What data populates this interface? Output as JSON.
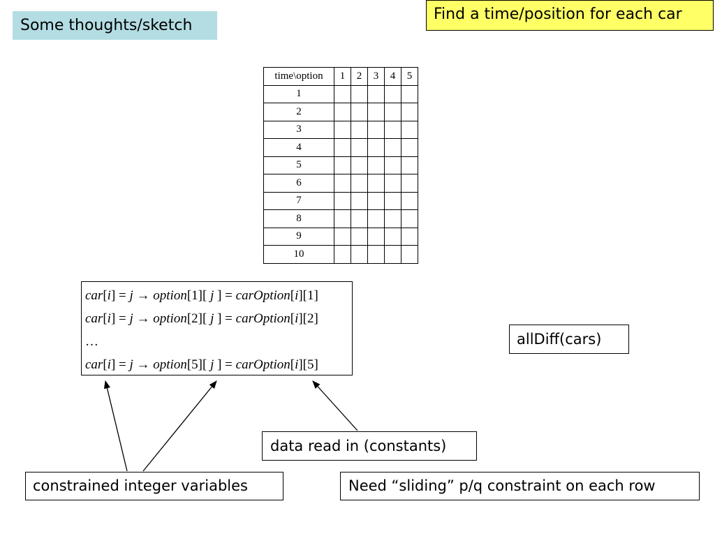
{
  "title": "Some thoughts/sketch",
  "goal": "Find a time/position for each car",
  "grid": {
    "corner": "time\\option",
    "columns": [
      "1",
      "2",
      "3",
      "4",
      "5"
    ],
    "rows": [
      "1",
      "2",
      "3",
      "4",
      "5",
      "6",
      "7",
      "8",
      "9",
      "10"
    ]
  },
  "equations": {
    "line1": {
      "a": "car",
      "b": "[",
      "c": "i",
      "d": "] = ",
      "e": "j",
      "f": " → ",
      "g": "option",
      "h": "[1][ ",
      "k": "j",
      "l": " ] = ",
      "m": "carOption",
      "n": "[",
      "o": "i",
      "p": "][1]"
    },
    "line2": {
      "a": "car",
      "b": "[",
      "c": "i",
      "d": "] = ",
      "e": "j",
      "f": " → ",
      "g": "option",
      "h": "[2][ ",
      "k": "j",
      "l": " ] = ",
      "m": "carOption",
      "n": "[",
      "o": "i",
      "p": "][2]"
    },
    "ellipsis": "…",
    "line3": {
      "a": "car",
      "b": "[",
      "c": "i",
      "d": "] = ",
      "e": "j",
      "f": " → ",
      "g": "option",
      "h": "[5][ ",
      "k": "j",
      "l": " ] = ",
      "m": "carOption",
      "n": "[",
      "o": "i",
      "p": "][5]"
    }
  },
  "alldiff": "allDiff(cars)",
  "data_label": "data read in (constants)",
  "variables_label": "constrained integer variables",
  "sliding_label": "Need “sliding” p/q constraint on each row"
}
